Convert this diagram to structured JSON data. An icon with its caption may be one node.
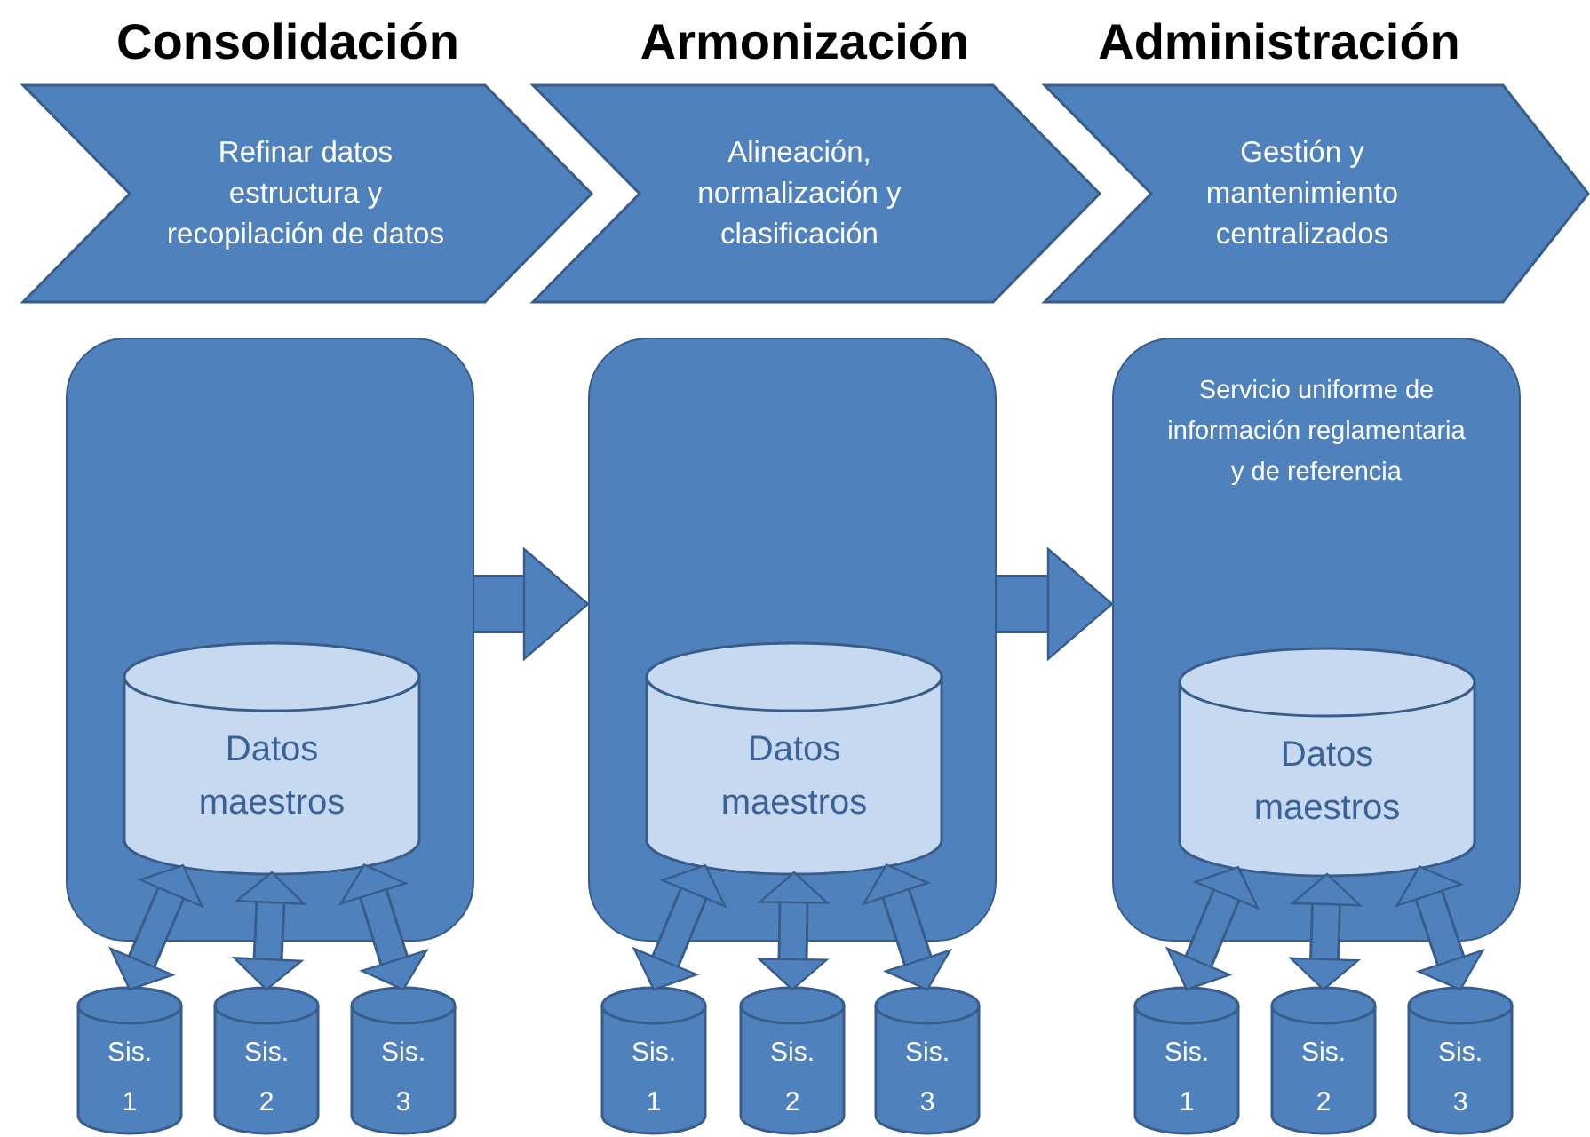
{
  "diagram": {
    "nodes": [
      {
        "text": [
          "Consolidación",
          "Refinar datos estructura y recopilación de datos"
        ]
      },
      {
        "text": [
          "Armonización",
          "Alineación, normalización y clasificación"
        ]
      },
      {
        "text": [
          "Administración",
          "Gestión y mantenimiento centralizados"
        ]
      },
      {
        "text": [],
        "shape": "box"
      },
      {
        "text": [],
        "shape": "box"
      },
      {
        "text": [
          "Servicio uniforme de información reglamentaria y de referencia"
        ]
      },
      {
        "text": [
          "Datos maestros"
        ],
        "in": 3
      },
      {
        "text": [
          "Datos maestros"
        ],
        "in": 4
      },
      {
        "text": [
          "Datos maestros"
        ],
        "in": 5
      },
      {
        "text": [
          "Sis. 1"
        ]
      },
      {
        "text": [
          "Sis. 2"
        ]
      },
      {
        "text": [
          "Sis. 3"
        ]
      },
      {
        "text": [
          "Sis. 1"
        ]
      },
      {
        "text": [
          "Sis. 2"
        ]
      },
      {
        "text": [
          "Sis. 3"
        ]
      },
      {
        "text": [
          "Sis. 1"
        ]
      },
      {
        "text": [
          "Sis. 2"
        ]
      },
      {
        "text": [
          "Sis. 3"
        ]
      }
    ],
    "edges": [
      {
        "from": 3,
        "to": 4,
        "arrow": "to",
        "style": "thick"
      },
      {
        "from": 4,
        "to": 5,
        "arrow": "to",
        "style": "thick"
      },
      {
        "from": 6,
        "to": 9,
        "arrow": "both"
      },
      {
        "from": 6,
        "to": 10,
        "arrow": "both"
      },
      {
        "from": 6,
        "to": 11,
        "arrow": "both"
      },
      {
        "from": 7,
        "to": 12,
        "arrow": "both"
      },
      {
        "from": 7,
        "to": 13,
        "arrow": "both"
      },
      {
        "from": 7,
        "to": 14,
        "arrow": "both"
      },
      {
        "from": 8,
        "to": 15,
        "arrow": "both"
      },
      {
        "from": 8,
        "to": 16,
        "arrow": "both"
      },
      {
        "from": 8,
        "to": 17,
        "arrow": "both"
      }
    ]
  }
}
